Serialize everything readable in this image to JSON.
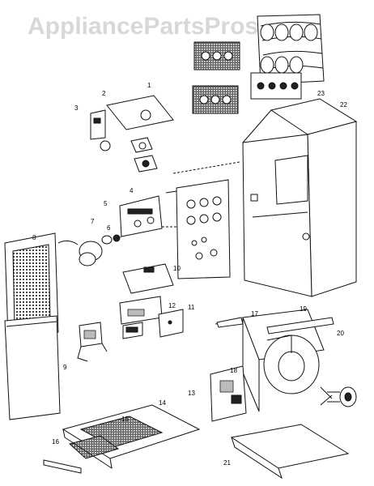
{
  "watermark": "AppliancePartsPros.com",
  "callouts": [
    {
      "id": "c1",
      "text": "1"
    },
    {
      "id": "c2",
      "text": "2"
    },
    {
      "id": "c3",
      "text": "3"
    },
    {
      "id": "c4",
      "text": "4"
    },
    {
      "id": "c5",
      "text": "5"
    },
    {
      "id": "c6",
      "text": "6"
    },
    {
      "id": "c7",
      "text": "7"
    },
    {
      "id": "c8",
      "text": "8"
    },
    {
      "id": "c9",
      "text": "9"
    },
    {
      "id": "c10",
      "text": "10"
    },
    {
      "id": "c11",
      "text": "11"
    },
    {
      "id": "c12",
      "text": "12"
    },
    {
      "id": "c13",
      "text": "13"
    },
    {
      "id": "c14",
      "text": "14"
    },
    {
      "id": "c15",
      "text": "15"
    },
    {
      "id": "c16",
      "text": "16"
    },
    {
      "id": "c17",
      "text": "17"
    },
    {
      "id": "c18",
      "text": "18"
    },
    {
      "id": "c19",
      "text": "19"
    },
    {
      "id": "c20",
      "text": "20"
    },
    {
      "id": "c21",
      "text": "21"
    },
    {
      "id": "c22",
      "text": "22"
    },
    {
      "id": "c23",
      "text": "23"
    }
  ]
}
